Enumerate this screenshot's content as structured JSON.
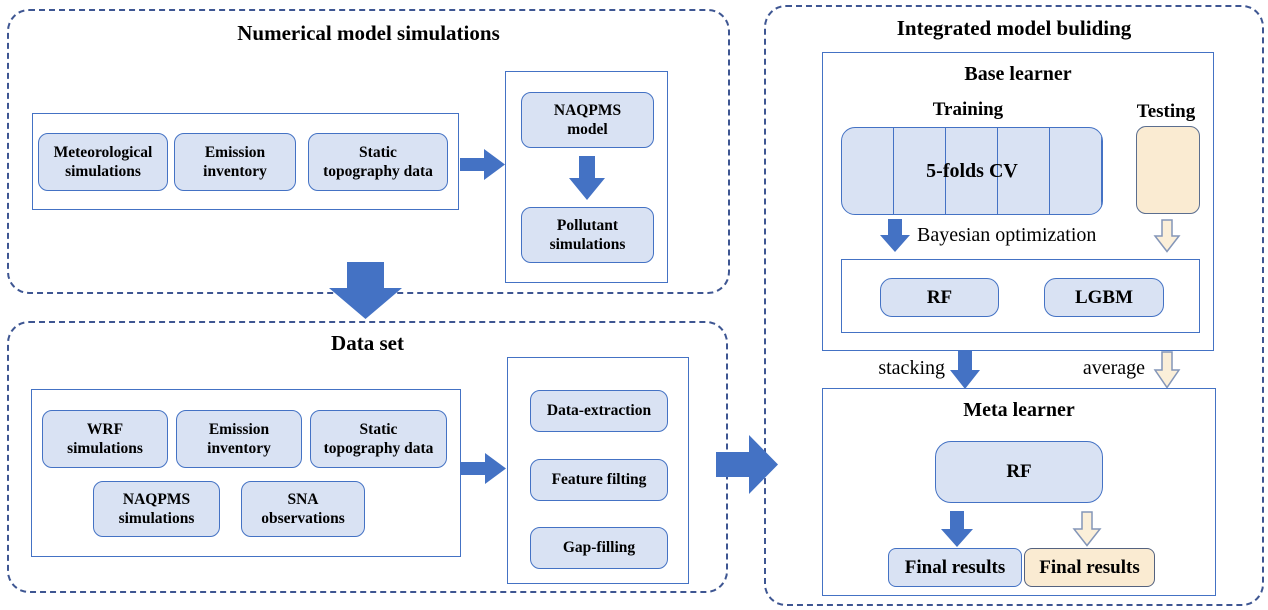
{
  "colors": {
    "accent_blue": "#4472C4",
    "light_blue_fill": "#D9E2F3",
    "cream_fill": "#FAEBD2",
    "slate_border": "#5B6E8F",
    "dashed_frame": "#3E5692"
  },
  "numerical": {
    "title": "Numerical model simulations",
    "inputs": [
      "Meteorological\nsimulations",
      "Emission\ninventory",
      "Static\ntopography data"
    ],
    "model": "NAQPMS\nmodel",
    "output": "Pollutant\nsimulations"
  },
  "dataset": {
    "title": "Data set",
    "inputs_row1": [
      "WRF\nsimulations",
      "Emission\ninventory",
      "Static\ntopography data"
    ],
    "inputs_row2": [
      "NAQPMS\nsimulations",
      "SNA\nobservations"
    ],
    "processes": [
      "Data-extraction",
      "Feature filting",
      "Gap-filling"
    ]
  },
  "integrated": {
    "title": "Integrated model buliding",
    "base_learner": {
      "title": "Base learner",
      "training": "Training",
      "testing": "Testing",
      "cv": "5-folds CV",
      "optimization": "Bayesian optimization",
      "models": [
        "RF",
        "LGBM"
      ]
    },
    "stacking": "stacking",
    "average": "average",
    "meta_learner": {
      "title": "Meta learner",
      "model": "RF",
      "final_results_stacking": "Final results",
      "final_results_average": "Final results"
    }
  }
}
